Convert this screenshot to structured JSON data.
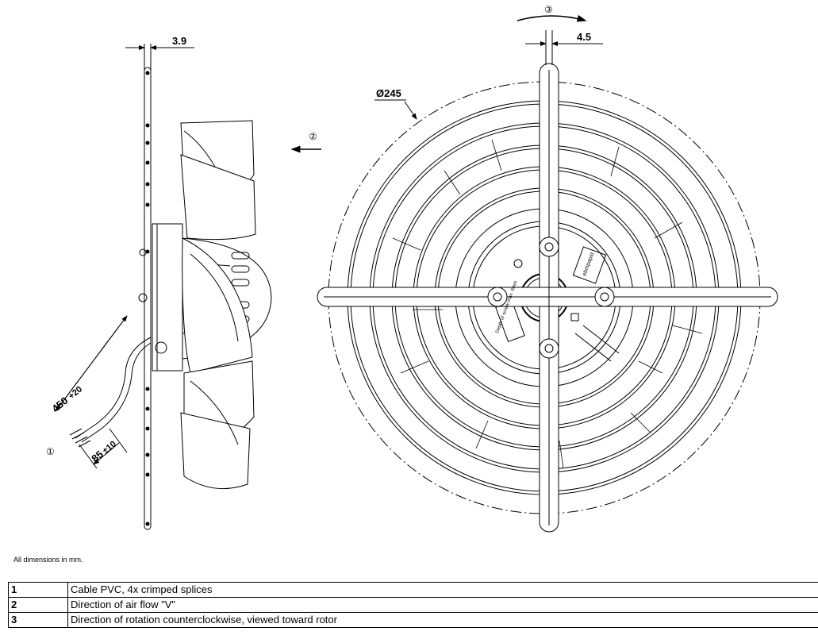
{
  "dimensions": {
    "flange_thickness": "3.9",
    "bar_width": "4.5",
    "diameter": "Ø245",
    "cable_length": "450",
    "cable_length_tol": "+20",
    "strip_length": "85",
    "strip_length_tol": "±10"
  },
  "callouts": {
    "cable": "①",
    "airflow": "②",
    "rotation": "③"
  },
  "hub_labels": {
    "ebm_mark": "ebmpapst",
    "depth_label": "Depth of screw max. 6mm"
  },
  "note": "All dimensions in mm.",
  "legend": [
    {
      "num": "1",
      "text": "Cable PVC, 4x crimped splices"
    },
    {
      "num": "2",
      "text": "Direction of air flow \"V\""
    },
    {
      "num": "3",
      "text": "Direction of rotation counterclockwise, viewed toward rotor"
    }
  ]
}
